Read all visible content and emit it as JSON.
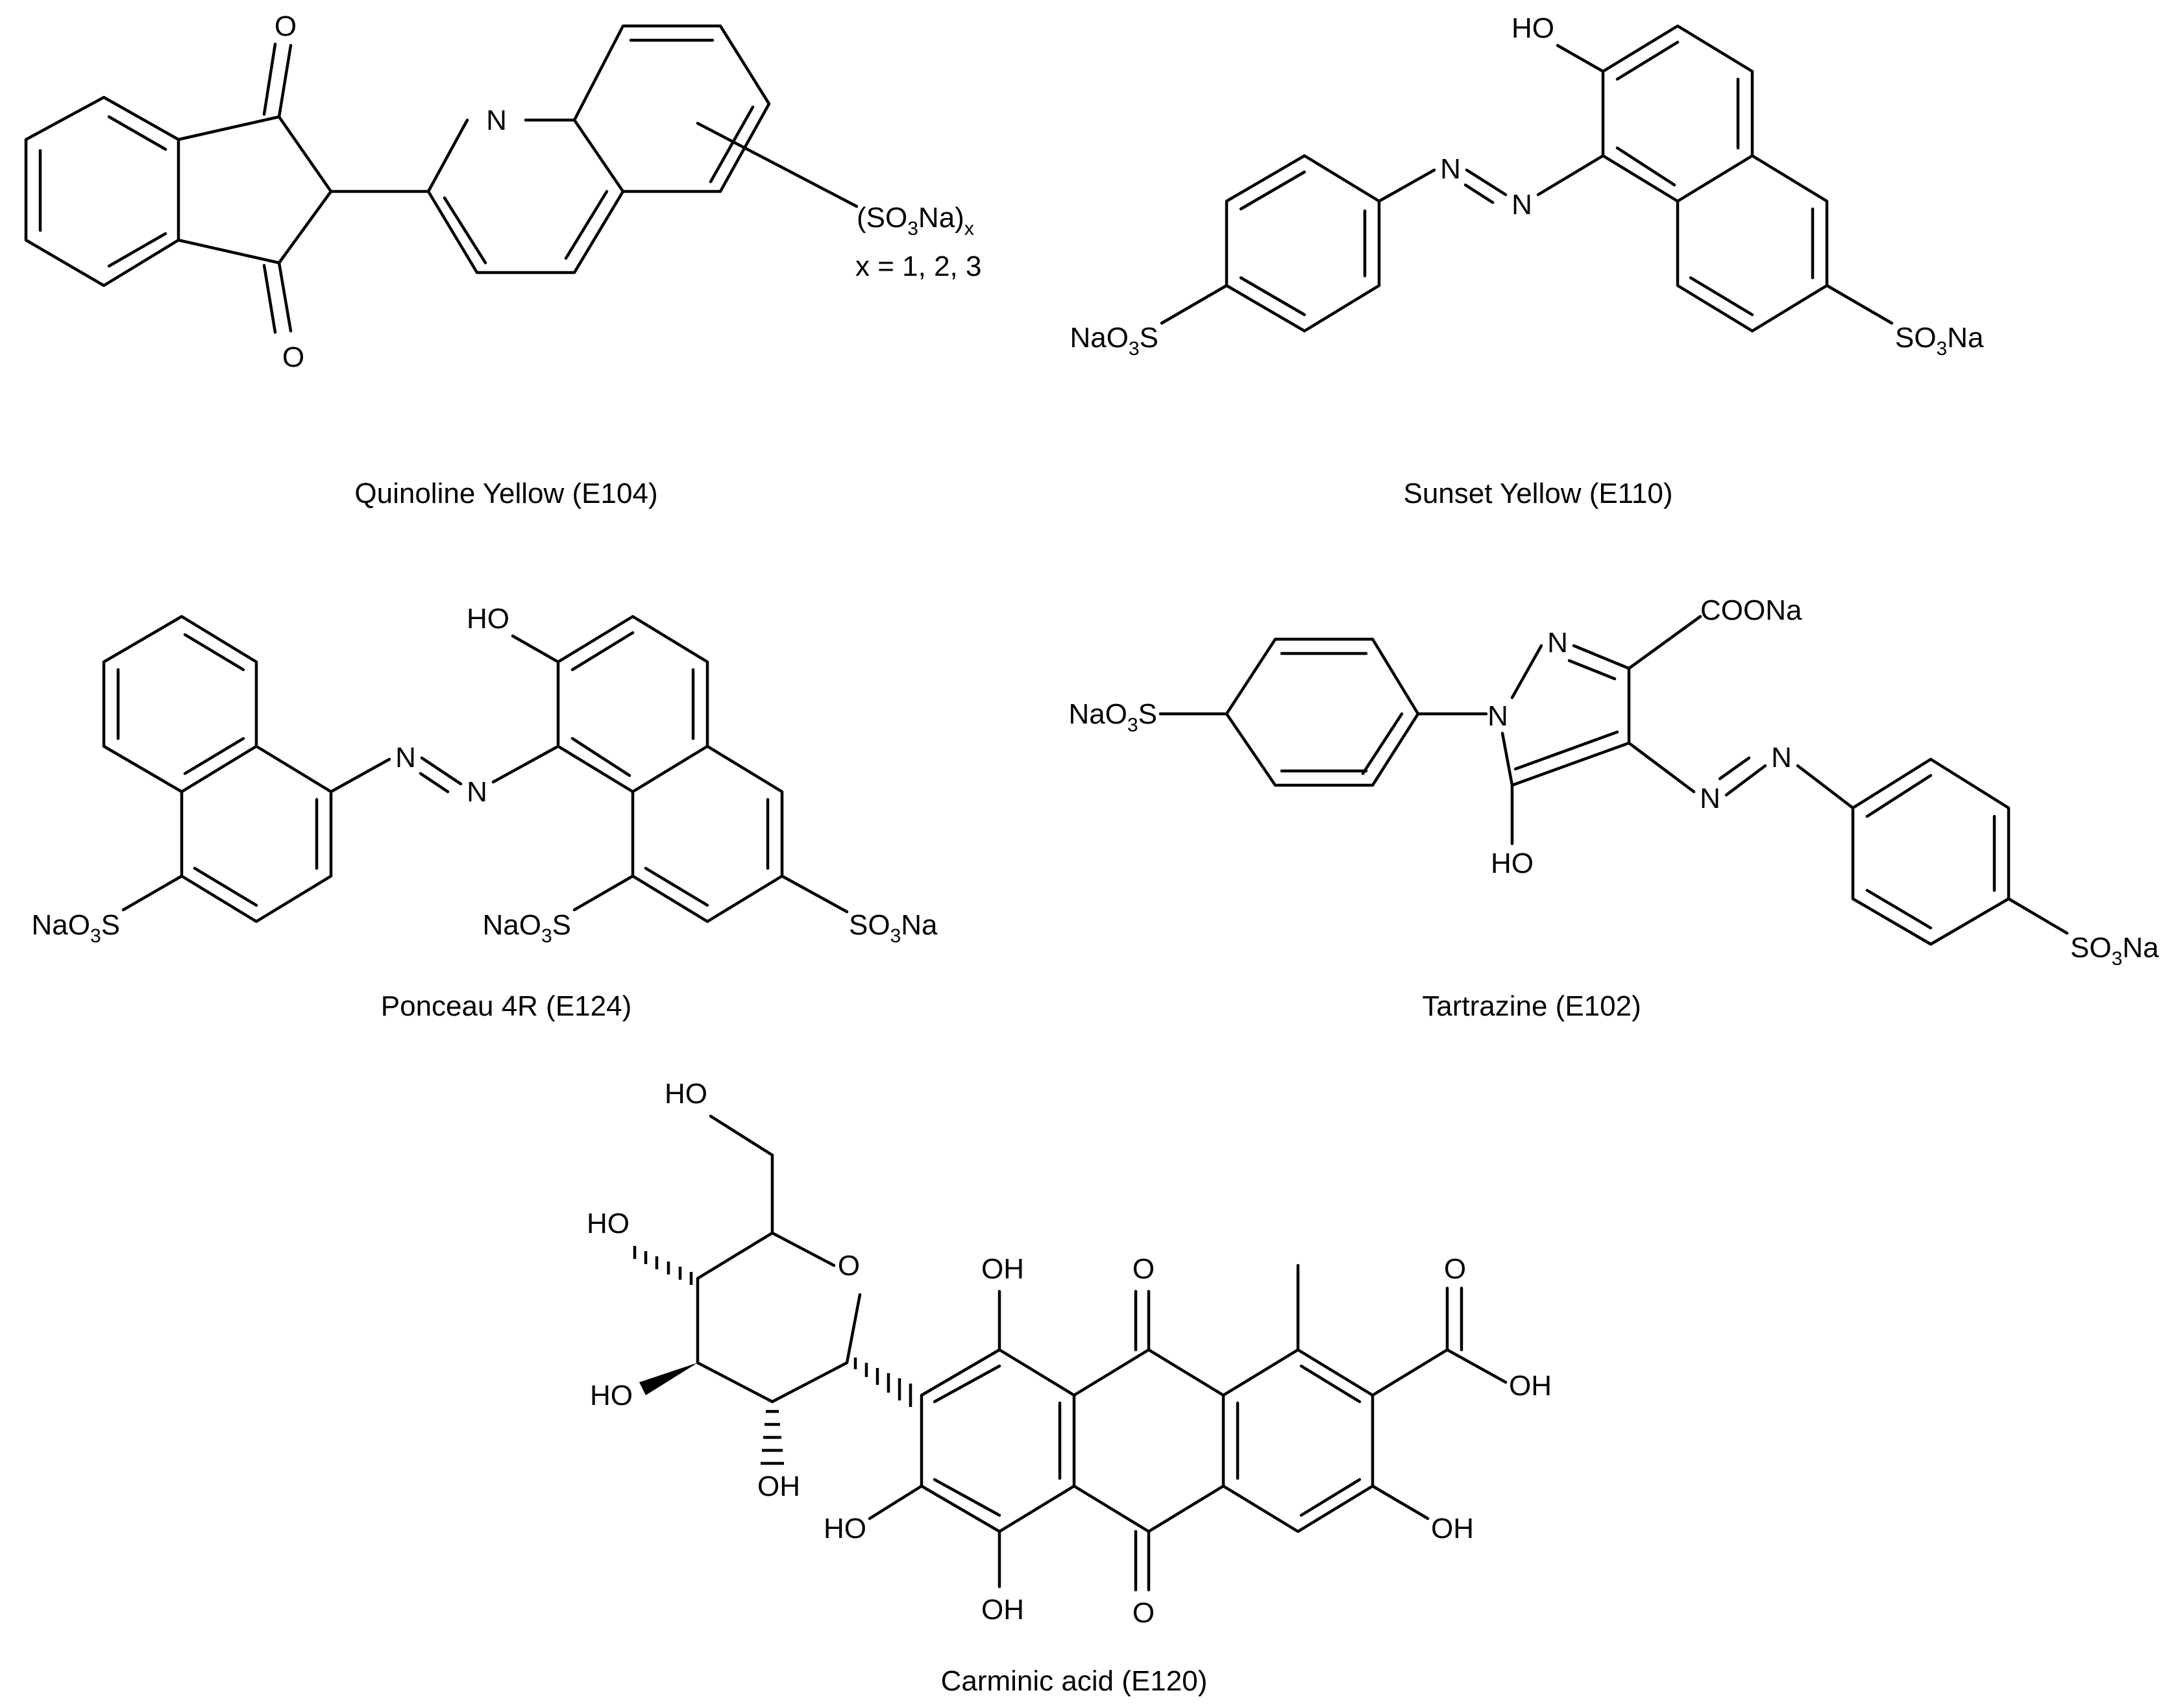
{
  "figure": {
    "captions": {
      "quinoline_yellow": "Quinoline Yellow (E104)",
      "sunset_yellow": "Sunset Yellow (E110)",
      "ponceau": "Ponceau 4R (E124)",
      "tartrazine": "Tartrazine (E102)",
      "carminic": "Carminic acid (E120)"
    },
    "labels": {
      "o": "O",
      "n": "N",
      "ho": "HO",
      "oh": "OH",
      "naso3s": {
        "main": "NaO",
        "sub": "3",
        "tail": "S"
      },
      "so3na": {
        "main": "SO",
        "sub": "3",
        "tail": "Na"
      },
      "so3na_x": {
        "open": "(SO",
        "sub": "3",
        "close": "Na)",
        "subx": "x"
      },
      "x_eq": "x = 1, 2, 3",
      "coona": "COONa"
    }
  }
}
